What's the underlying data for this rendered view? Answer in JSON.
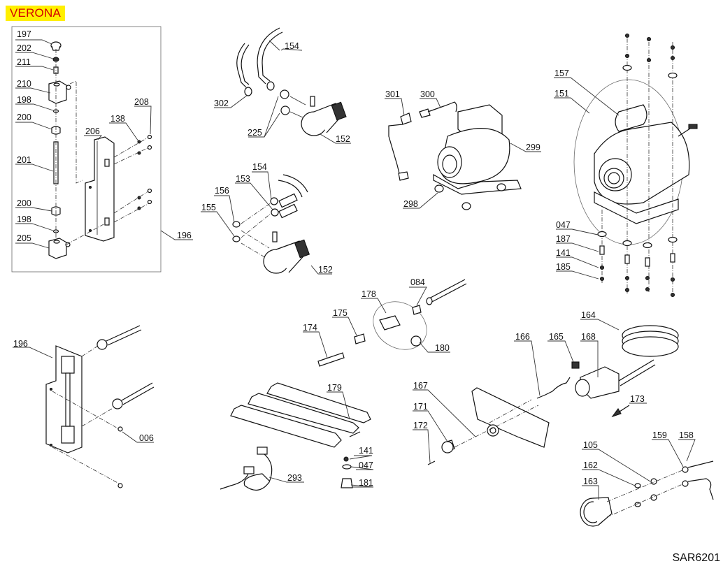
{
  "header": {
    "model": "VERONA"
  },
  "footer": {
    "drawing_code": "SAR6201"
  },
  "colors": {
    "badge_bg": "#ffef00",
    "badge_text": "#d40000",
    "line": "#111111"
  },
  "labels": {
    "l197": "197",
    "l202": "202",
    "l211": "211",
    "l210": "210",
    "l198a": "198",
    "l200a": "200",
    "l201": "201",
    "l200b": "200",
    "l198b": "198",
    "l205": "205",
    "l206": "206",
    "l138": "138",
    "l208": "208",
    "l196a": "196",
    "l154a": "154",
    "l302": "302",
    "l225": "225",
    "l152a": "152",
    "l154b": "154",
    "l153": "153",
    "l156": "156",
    "l155": "155",
    "l152b": "152",
    "l301": "301",
    "l300": "300",
    "l299": "299",
    "l298": "298",
    "l157": "157",
    "l151": "151",
    "l047a": "047",
    "l187": "187",
    "l141a": "141",
    "l185": "185",
    "l084": "084",
    "l178": "178",
    "l175": "175",
    "l174": "174",
    "l180": "180",
    "l196b": "196",
    "l006": "006",
    "l179": "179",
    "l141b": "141",
    "l047b": "047",
    "l181": "181",
    "l293": "293",
    "l166": "166",
    "l165": "165",
    "l168": "168",
    "l164": "164",
    "l167": "167",
    "l171": "171",
    "l172": "172",
    "l173": "173",
    "l105": "105",
    "l162": "162",
    "l163": "163",
    "l159": "159",
    "l158": "158"
  }
}
